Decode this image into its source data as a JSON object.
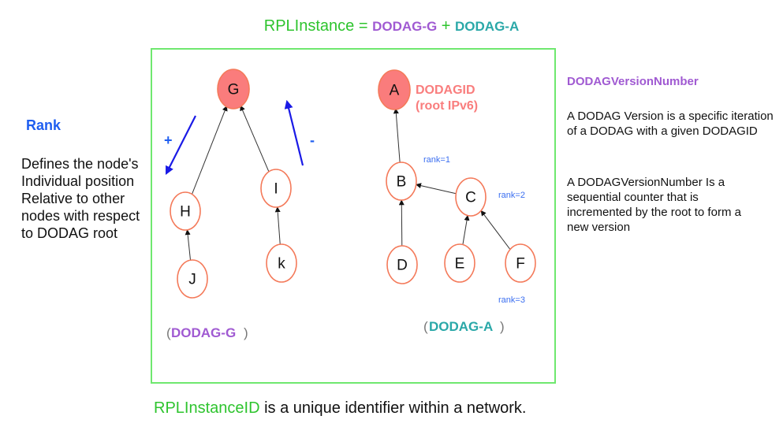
{
  "title": {
    "prefix": "RPLInstance = ",
    "dodag_g": "DODAG-G",
    "plus": " + ",
    "dodag_a": "DODAG-A"
  },
  "rank_panel": {
    "title": "Rank",
    "description": "Defines the node's Individual position Relative to other nodes with respect to DODAG root"
  },
  "version_panel": {
    "title": "DODAGVersionNumber",
    "paragraph1": "A DODAG Version is a specific iteration of a DODAG with a given DODAGID",
    "paragraph2": "A DODAGVersionNumber Is a sequential counter that is incremented by the root to form a new version"
  },
  "diagram": {
    "colors": {
      "root_fill": "#fa7c7c",
      "node_stroke": "#f47a5a",
      "edge": "#333333",
      "rank_arrow": "#1a1ae6",
      "dodag_g": "#a05ad2",
      "dodag_a": "#2aa8a8"
    },
    "dodag_g": {
      "label": "DODAG-G",
      "nodes": [
        {
          "id": "G",
          "root": true
        },
        {
          "id": "H"
        },
        {
          "id": "I"
        },
        {
          "id": "J"
        },
        {
          "id": "k"
        }
      ],
      "edges": [
        {
          "from": "H",
          "to": "G"
        },
        {
          "from": "I",
          "to": "G"
        },
        {
          "from": "J",
          "to": "H"
        },
        {
          "from": "k",
          "to": "I"
        }
      ],
      "rank_increase_sign": "+",
      "rank_decrease_sign": "-"
    },
    "dodag_a": {
      "label": "DODAG-A",
      "root_label_line1": "DODAGID",
      "root_label_line2": "(root IPv6)",
      "nodes": [
        {
          "id": "A",
          "root": true
        },
        {
          "id": "B"
        },
        {
          "id": "C"
        },
        {
          "id": "D"
        },
        {
          "id": "E"
        },
        {
          "id": "F"
        }
      ],
      "edges": [
        {
          "from": "B",
          "to": "A"
        },
        {
          "from": "C",
          "to": "B"
        },
        {
          "from": "D",
          "to": "B"
        },
        {
          "from": "E",
          "to": "C"
        },
        {
          "from": "F",
          "to": "C"
        }
      ],
      "rank_labels": [
        "rank=1",
        "rank=2",
        "rank=3"
      ]
    }
  },
  "footer": {
    "highlight": "RPLInstanceID",
    "rest": " is a unique identifier within a network."
  }
}
